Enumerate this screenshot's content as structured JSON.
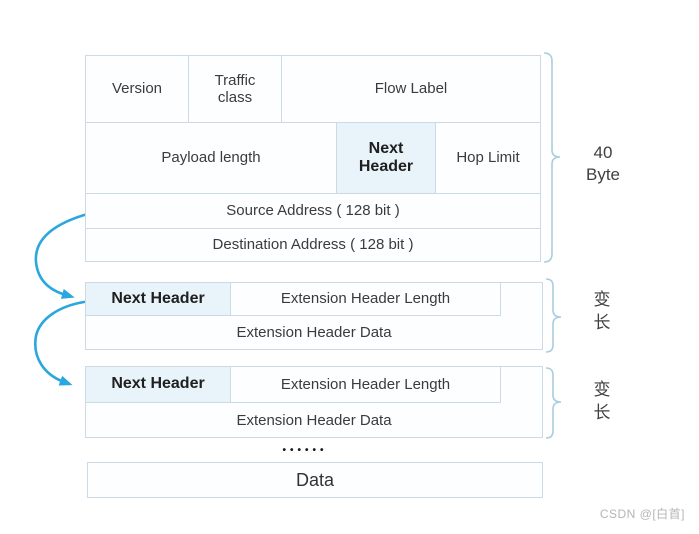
{
  "colors": {
    "arrow_accent": "#2ba7df",
    "bracket": "#a8cede",
    "cell_border": "#ccdae3",
    "highlight_cell_bg": "#e9f3fa",
    "text": "#3b3b3b",
    "watermark": "#b5b5b5"
  },
  "fixed_header": {
    "version": "Version",
    "traffic_class": "Traffic class",
    "flow_label": "Flow Label",
    "payload_length": "Payload length",
    "next_header": "Next Header",
    "hop_limit": "Hop Limit",
    "source_address": "Source Address ( 128 bit )",
    "destination_address": "Destination Address ( 128 bit )",
    "size_value": "40",
    "size_unit": "Byte"
  },
  "extension_headers": [
    {
      "next_header": "Next Header",
      "length_label": "Extension Header Length",
      "data_label": "Extension Header Data",
      "size_label": "变长"
    },
    {
      "next_header": "Next Header",
      "length_label": "Extension Header Length",
      "data_label": "Extension Header Data",
      "size_label": "变长"
    }
  ],
  "ellipsis": "••••••",
  "payload": {
    "data_label": "Data"
  },
  "watermark": "CSDN @[白首]"
}
